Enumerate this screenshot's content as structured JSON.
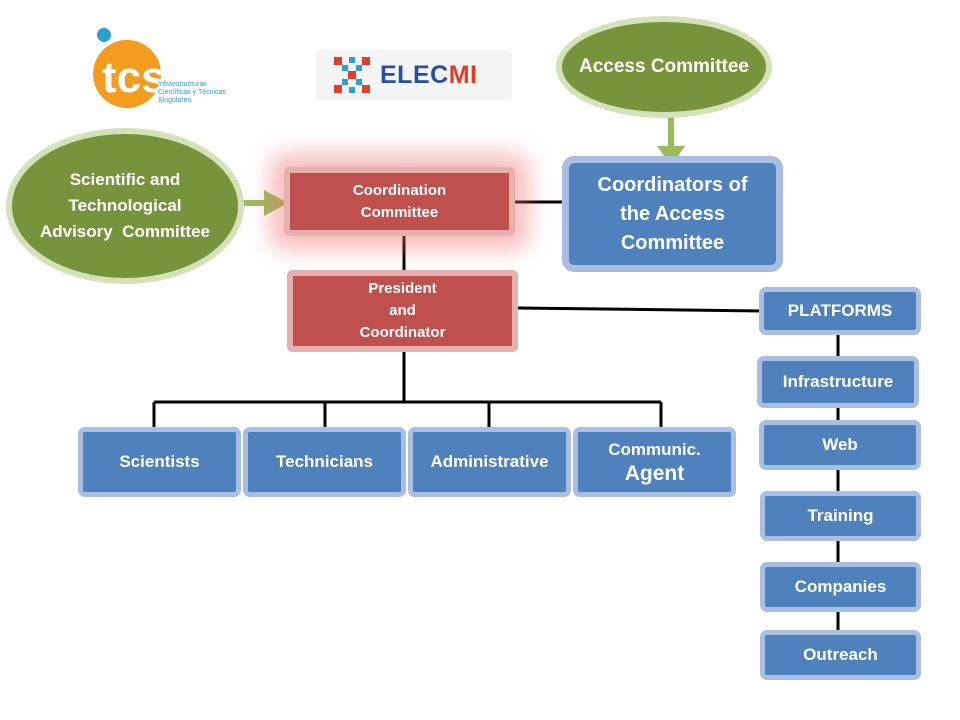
{
  "logos": {
    "tcs_letters": "tcs",
    "tcs_caption": [
      "Infraestructuras",
      "Científicas y Técnicas",
      "Singulares"
    ],
    "elecmi_prefix": "ELEC",
    "elecmi_suffix": "MI"
  },
  "nodes": {
    "access_committee": "Access Committee",
    "advisory_committee": [
      "Scientific and",
      "Technological",
      "Advisory  Committee"
    ],
    "coordination_committee": [
      "Coordination",
      "Committee"
    ],
    "coordinators_access": [
      "Coordinators of",
      "the Access",
      "Committee"
    ],
    "president": [
      "President",
      "and",
      "Coordinator"
    ],
    "platforms": "PLATFORMS",
    "platform_items": [
      "Infrastructure",
      "Web",
      "Training",
      "Companies",
      "Outreach"
    ],
    "staff": [
      "Scientists",
      "Technicians",
      "Administrative"
    ],
    "communic_agent": [
      "Communic.",
      "Agent"
    ]
  },
  "colors": {
    "blue_fill": "#4f81bd",
    "blue_border": "#a8bfe3",
    "red_fill": "#c0504d",
    "green_fill": "#77933c",
    "green_border": "#d3e2b9",
    "arrow_green": "#9bbb59"
  }
}
